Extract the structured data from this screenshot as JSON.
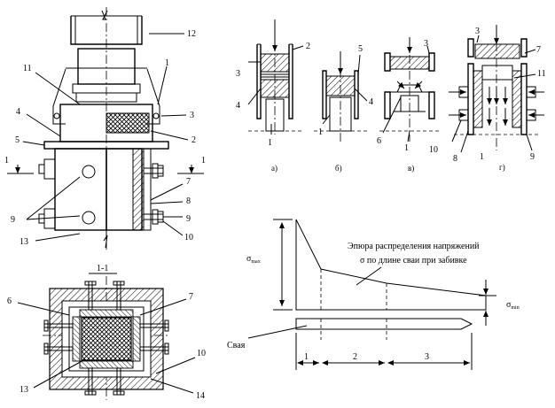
{
  "main_view": {
    "callouts": [
      "12",
      "1",
      "11",
      "3",
      "4",
      "2",
      "5",
      "1",
      "1",
      "7",
      "8",
      "9",
      "9",
      "10",
      "13"
    ]
  },
  "section": {
    "title": "1-1",
    "callouts": [
      "6",
      "7",
      "10",
      "13",
      "14"
    ]
  },
  "variants": {
    "a": {
      "caption": "а)",
      "numbers": [
        "2",
        "3",
        "4",
        "1"
      ]
    },
    "b": {
      "caption": "б)",
      "numbers": [
        "5",
        "4",
        "1"
      ]
    },
    "v": {
      "caption": "в)",
      "numbers": [
        "3",
        "6",
        "1"
      ]
    },
    "g": {
      "caption": "г)",
      "numbers": [
        "3",
        "7",
        "11",
        "10",
        "8",
        "1",
        "9"
      ]
    }
  },
  "epure": {
    "title_line1": "Эпюра распределения напряжений",
    "title_line2": "σ по длине сваи при забивке",
    "sigma_max": "σ",
    "sigma_max_sub": "max",
    "sigma_min": "σ",
    "sigma_min_sub": "min",
    "pile_label": "Свая",
    "zones": [
      "1",
      "2",
      "3"
    ]
  }
}
